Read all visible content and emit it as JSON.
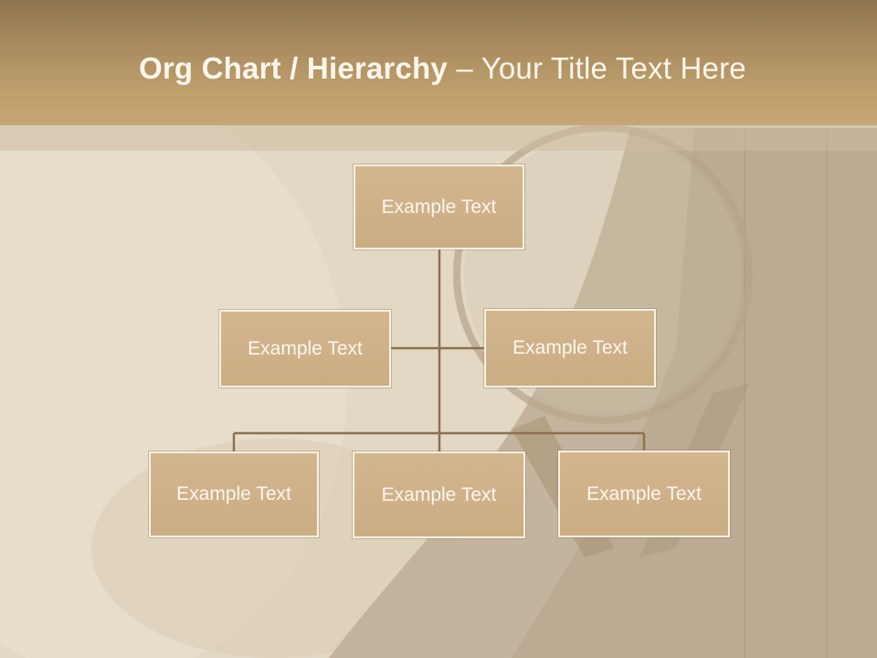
{
  "title": {
    "bold_part": "Org Chart / Hierarchy",
    "separator": "–",
    "subtitle": "Your Title Text Here"
  },
  "nodes": {
    "top": "Example Text",
    "assistant_left": "Example Text",
    "assistant_right": "Example Text",
    "child_left": "Example Text",
    "child_center": "Example Text",
    "child_right": "Example Text"
  },
  "colors": {
    "header": "#b39566",
    "node_fill": "#cfb289",
    "connector": "#8c7050",
    "node_border": "#f7f1e6"
  }
}
